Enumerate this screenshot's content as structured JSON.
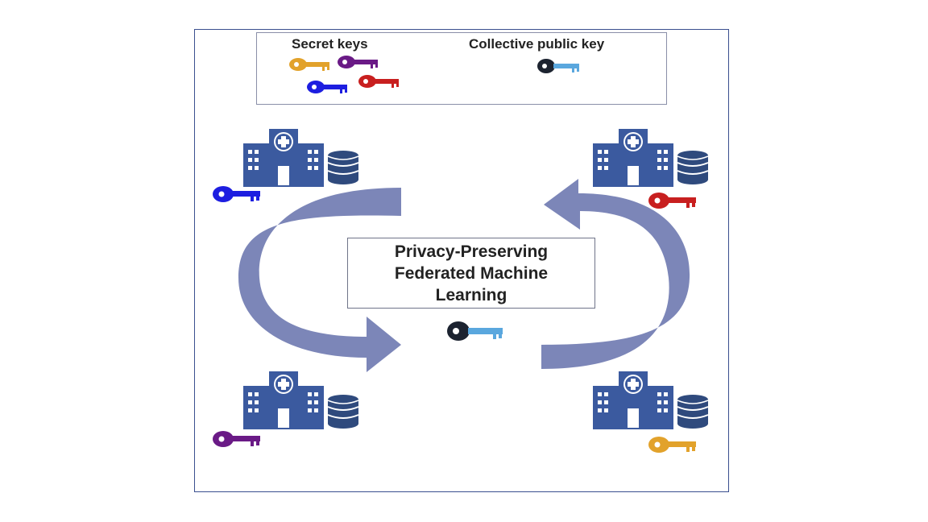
{
  "legend": {
    "secret_keys_label": "Secret keys",
    "public_key_label": "Collective public key"
  },
  "center": {
    "title_lines": [
      "Privacy-Preserving",
      "Federated Machine",
      "Learning"
    ]
  },
  "nodes": [
    {
      "icon": "hospital-icon",
      "database": "database-icon",
      "key_color": "#1d1ee0",
      "position": "top-left"
    },
    {
      "icon": "hospital-icon",
      "database": "database-icon",
      "key_color": "#c81f1f",
      "position": "top-right"
    },
    {
      "icon": "hospital-icon",
      "database": "database-icon",
      "key_color": "#6a1a86",
      "position": "bottom-left"
    },
    {
      "icon": "hospital-icon",
      "database": "database-icon",
      "key_color": "#e2a22b",
      "position": "bottom-right"
    }
  ],
  "colors": {
    "hospital": "#3b5a9f",
    "database": "#2f4a7d",
    "arrow": "#7c86b8",
    "public_key_head": "#1c2330",
    "public_key_shaft": "#5aa7de",
    "secret_orange": "#e2a22b",
    "secret_purple": "#6a1a86",
    "secret_blue": "#1d1ee0",
    "secret_red": "#c81f1f"
  }
}
